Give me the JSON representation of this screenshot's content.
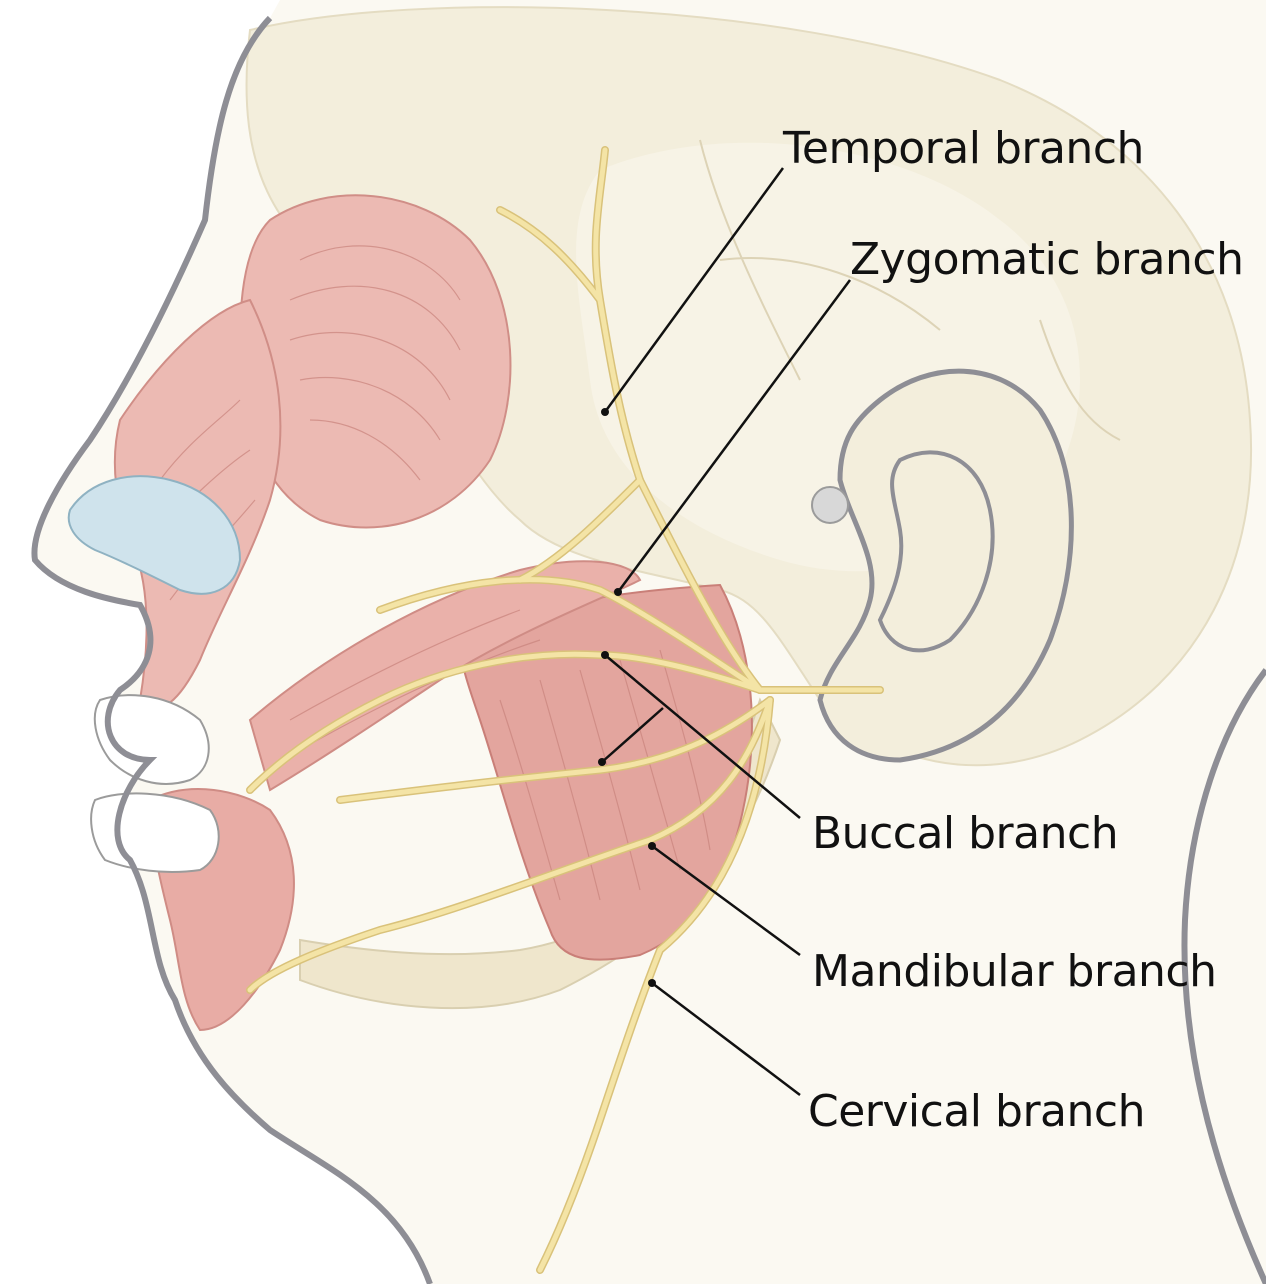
{
  "labels": {
    "temporal": "Temporal branch",
    "zygomatic": "Zygomatic branch",
    "buccal": "Buccal branch",
    "mandibular": "Mandibular branch",
    "cervical": "Cervical branch"
  },
  "colors": {
    "background": "#ffffff",
    "skin_outline": "#8e8e95",
    "skull": "#f3eedc",
    "skull_shade": "#ebe4cc",
    "muscle": "#e8b4ad",
    "muscle_dark": "#d99a93",
    "muscle_line": "#c97f78",
    "nerve": "#f4e4a6",
    "nerve_outline": "#d9c27a",
    "cartilage": "#cfe3ec",
    "leader_line": "#111111"
  }
}
